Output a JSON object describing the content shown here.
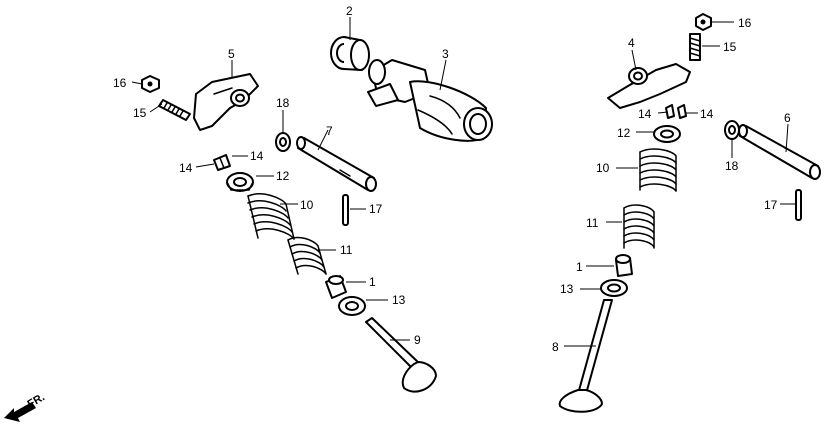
{
  "callouts": [
    {
      "id": "c2",
      "label": "2"
    },
    {
      "id": "c3",
      "label": "3"
    },
    {
      "id": "c5",
      "label": "5"
    },
    {
      "id": "c16a",
      "label": "16"
    },
    {
      "id": "c15a",
      "label": "15"
    },
    {
      "id": "c18a",
      "label": "18"
    },
    {
      "id": "c7",
      "label": "7"
    },
    {
      "id": "c14a",
      "label": "14"
    },
    {
      "id": "c14b",
      "label": "14"
    },
    {
      "id": "c12a",
      "label": "12"
    },
    {
      "id": "c10a",
      "label": "10"
    },
    {
      "id": "c17a",
      "label": "17"
    },
    {
      "id": "c11a",
      "label": "11"
    },
    {
      "id": "c1a",
      "label": "1"
    },
    {
      "id": "c13a",
      "label": "13"
    },
    {
      "id": "c9",
      "label": "9"
    },
    {
      "id": "c16b",
      "label": "16"
    },
    {
      "id": "c15b",
      "label": "15"
    },
    {
      "id": "c4",
      "label": "4"
    },
    {
      "id": "c14c",
      "label": "14"
    },
    {
      "id": "c14d",
      "label": "14"
    },
    {
      "id": "c12b",
      "label": "12"
    },
    {
      "id": "c6",
      "label": "6"
    },
    {
      "id": "c10b",
      "label": "10"
    },
    {
      "id": "c18b",
      "label": "18"
    },
    {
      "id": "c11b",
      "label": "11"
    },
    {
      "id": "c17b",
      "label": "17"
    },
    {
      "id": "c1b",
      "label": "1"
    },
    {
      "id": "c13b",
      "label": "13"
    },
    {
      "id": "c8",
      "label": "8"
    }
  ],
  "direction_indicator": {
    "label": "FR."
  }
}
